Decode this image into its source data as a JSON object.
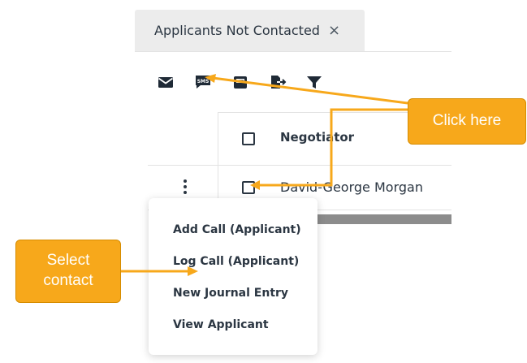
{
  "tab": {
    "label": "Applicants Not Contacted",
    "close_glyph": "×"
  },
  "toolbar": {
    "icons": [
      "email-icon",
      "sms-icon",
      "mail-tray-icon",
      "export-icon",
      "filter-icon"
    ],
    "sms_label": "SMS"
  },
  "table": {
    "header": {
      "column": "Negotiator"
    },
    "rows": [
      {
        "negotiator": "David-George Morgan"
      }
    ]
  },
  "context_menu": {
    "items": [
      "Add Call (Applicant)",
      "Log Call (Applicant)",
      "New Journal Entry",
      "View Applicant"
    ]
  },
  "annotations": {
    "click_here": "Click here",
    "select_contact": "Select\ncontact",
    "color": "#f7a81b"
  }
}
